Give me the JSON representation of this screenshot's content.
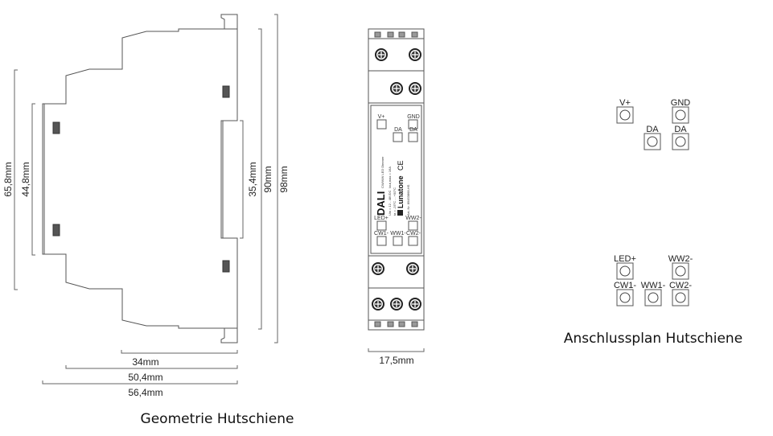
{
  "side_view": {
    "dimensions": {
      "h_658": "65,8mm",
      "h_448": "44,8mm",
      "h_354": "35,4mm",
      "h_90": "90mm",
      "h_98": "98mm",
      "w_34": "34mm",
      "w_504": "50,4mm",
      "w_564": "56,4mm"
    },
    "caption": "Geometrie  Hutschiene"
  },
  "front_view": {
    "width_label": "17,5mm",
    "terminals": {
      "v_plus": "V+",
      "gnd": "GND",
      "da1": "DA",
      "da2": "DA",
      "led_plus": "LED+",
      "ww2": "WW2-",
      "cw1": "CW1-",
      "ww1": "WW1-",
      "cw2": "CW2-"
    },
    "brand": "Lunatone",
    "product": "DALI",
    "product_sub": "CW/WW LED Dimmer",
    "specs": [
      "Uin = 12 - 48VDC",
      "Iout,max = 16A",
      "ta = -25°C ... +50°C"
    ],
    "article": "Art.-Nr. 89453868-HS",
    "ce_mark": "CE"
  },
  "connection_plan": {
    "terminals": {
      "v_plus": "V+",
      "gnd": "GND",
      "da1": "DA",
      "da2": "DA",
      "led_plus": "LED+",
      "ww2": "WW2-",
      "cw1": "CW1-",
      "ww1": "WW1-",
      "cw2": "CW2-"
    },
    "caption": "Anschlussplan Hutschiene"
  }
}
